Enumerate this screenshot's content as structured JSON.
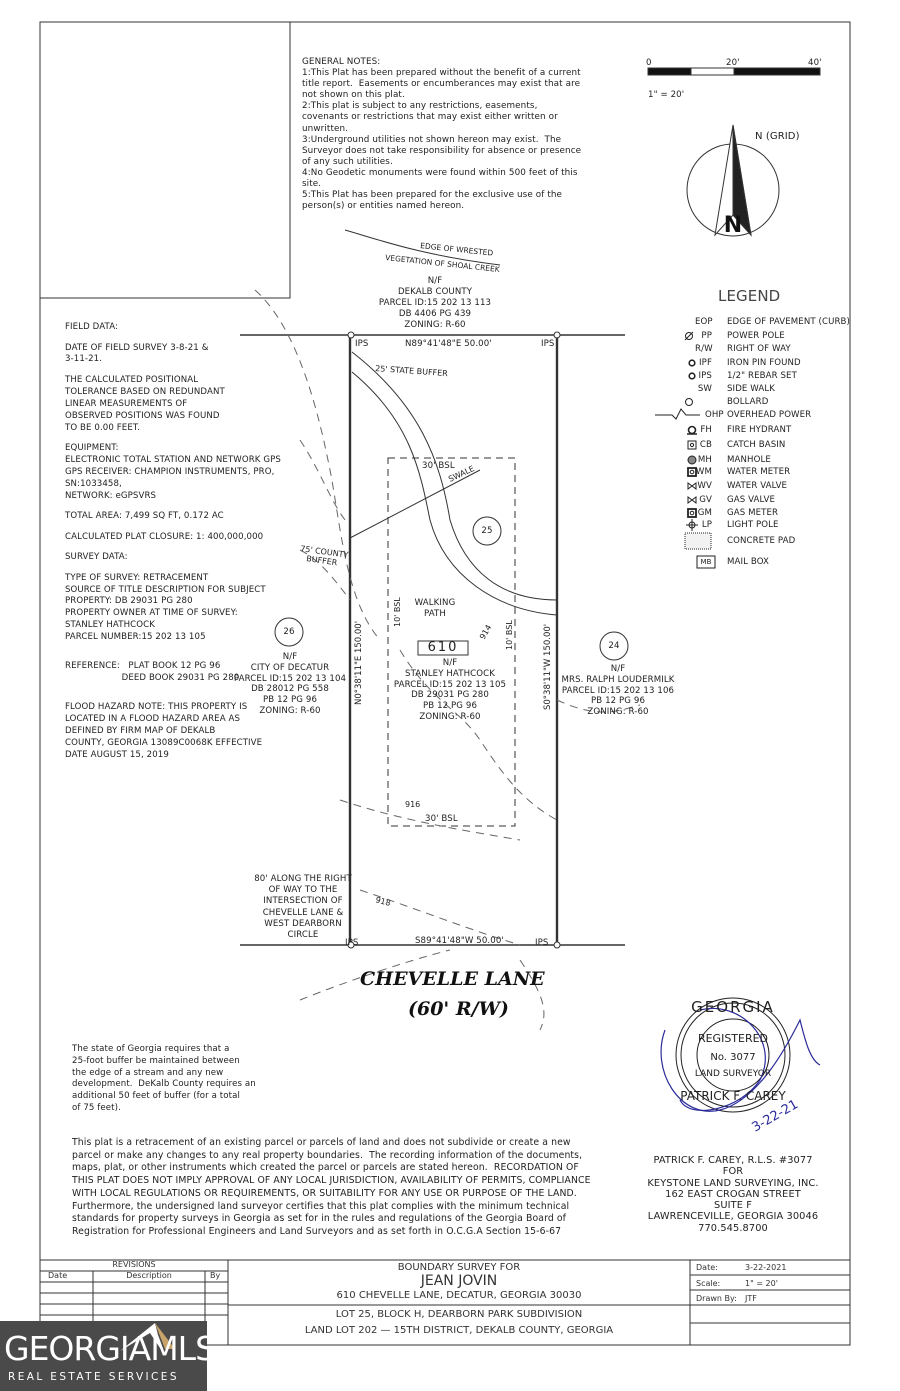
{
  "general_notes": [
    "GENERAL NOTES:",
    "1:This Plat has been prepared without the benefit of a current",
    "title report.  Easements or encumberances may exist that are",
    "not shown on this plat.",
    "2:This plat is subject to any restrictions, easements,",
    "covenants or restrictions that may exist either written or",
    "unwritten.",
    "3:Underground utilities not shown hereon may exist.  The",
    "Surveyor does not take responsibility for absence or presence",
    "of any such utilities.",
    "4:No Geodetic monuments were found within 500 feet of this",
    "site.",
    "5:This Plat has been prepared for the exclusive use of the",
    "person(s) or entities named hereon."
  ],
  "scale_bar": {
    "ticks": [
      "0",
      "20'",
      "40'"
    ],
    "ratio": "1\" = 20'"
  },
  "north": {
    "letter": "N",
    "label": "N (GRID)"
  },
  "legend": {
    "title": "LEGEND",
    "items": [
      {
        "code": "EOP",
        "label": "EDGE OF PAVEMENT (CURB)",
        "icon": "none"
      },
      {
        "code": "PP",
        "label": "POWER POLE",
        "icon": "power-pole"
      },
      {
        "code": "R/W",
        "label": "RIGHT OF WAY",
        "icon": "none"
      },
      {
        "code": "IPF",
        "label": "IRON PIN FOUND",
        "icon": "ring"
      },
      {
        "code": "IPS",
        "label": "1/2\" REBAR SET",
        "icon": "ring"
      },
      {
        "code": "SW",
        "label": "SIDE WALK",
        "icon": "none"
      },
      {
        "code": "",
        "label": "BOLLARD",
        "icon": "circle"
      },
      {
        "code": "OHP",
        "label": "OVERHEAD POWER",
        "icon": "overhead-line"
      },
      {
        "code": "FH",
        "label": "FIRE HYDRANT",
        "icon": "hydrant"
      },
      {
        "code": "CB",
        "label": "CATCH BASIN",
        "icon": "square-dot"
      },
      {
        "code": "MH",
        "label": "MANHOLE",
        "icon": "filled-circle"
      },
      {
        "code": "WM",
        "label": "WATER METER",
        "icon": "square-dot-bold"
      },
      {
        "code": "WV",
        "label": "WATER VALVE",
        "icon": "valve"
      },
      {
        "code": "GV",
        "label": "GAS VALVE",
        "icon": "valve"
      },
      {
        "code": "GM",
        "label": "GAS METER",
        "icon": "square-dot-bold"
      },
      {
        "code": "LP",
        "label": "LIGHT POLE",
        "icon": "sun"
      },
      {
        "code": "",
        "label": "CONCRETE PAD",
        "icon": "pad"
      },
      {
        "code": "MB",
        "label": "MAIL BOX",
        "icon": "box"
      }
    ]
  },
  "field_data": [
    "FIELD DATA:",
    "",
    "DATE OF FIELD SURVEY 3-8-21 &",
    "3-11-21.",
    "",
    "THE CALCULATED POSITIONAL",
    "TOLERANCE BASED ON REDUNDANT",
    "LINEAR MEASUREMENTS OF",
    "OBSERVED POSITIONS WAS FOUND",
    "TO BE 0.00 FEET.",
    "",
    "EQUIPMENT:",
    "ELECTRONIC TOTAL STATION AND NETWORK GPS",
    "GPS RECEIVER: CHAMPION INSTRUMENTS, PRO,",
    "SN:1033458,",
    "NETWORK: eGPSVRS",
    "",
    "TOTAL AREA: 7,499 SQ FT, 0.172 AC",
    "",
    "CALCULATED PLAT CLOSURE: 1: 400,000,000",
    "",
    "SURVEY DATA:",
    "",
    "TYPE OF SURVEY: RETRACEMENT",
    "SOURCE OF TITLE DESCRIPTION FOR SUBJECT",
    "PROPERTY: DB 29031 PG 280",
    "PROPERTY OWNER AT TIME OF SURVEY:",
    "STANLEY HATHCOCK",
    "PARCEL NUMBER:15 202 13 105",
    "",
    "",
    "REFERENCE:   PLAT BOOK 12 PG 96",
    "                    DEED BOOK 29031 PG 280",
    "",
    "",
    "FLOOD HAZARD NOTE: THIS PROPERTY IS",
    "LOCATED IN A FLOOD HAZARD AREA AS",
    "DEFINED BY FIRM MAP OF DEKALB",
    "COUNTY, GEORGIA 13089C0068K EFFECTIVE",
    "DATE AUGUST 15, 2019"
  ],
  "plat": {
    "creek_label": [
      "EDGE OF WRESTED",
      "VEGETATION OF SHOAL CREEK"
    ],
    "north_parcel": [
      "N/F",
      "DEKALB COUNTY",
      "PARCEL ID:15 202 13 113",
      "DB 4406 PG 439",
      "ZONING: R-60"
    ],
    "north_bearing": "N89°41'48\"E  50.00'",
    "south_bearing": "S89°41'48\"W  50.00'",
    "west_bearing": "N0°38'11\"E  150.00'",
    "east_bearing": "S0°38'11\"W  150.00'",
    "ips": "IPS",
    "state_buffer": "25' STATE BUFFER",
    "county_buffer": [
      "75' COUNTY",
      "BUFFER"
    ],
    "bsl_front": "30' BSL",
    "bsl_rear": "30' BSL",
    "bsl_side": "10' BSL",
    "swale": "SWALE",
    "walking_path": [
      "WALKING",
      "PATH"
    ],
    "lot_number": "25",
    "house_number": "610",
    "contours": [
      "914",
      "916",
      "918"
    ],
    "subject_parcel": [
      "N/F",
      "STANLEY HATHCOCK",
      "PARCEL ID:15 202 13 105",
      "DB 29031 PG 280",
      "PB 12 PG 96",
      "ZONING: R-60"
    ],
    "west_lot": "26",
    "west_parcel": [
      "N/F",
      "CITY OF DECATUR",
      "PARCEL ID:15 202 13 104",
      "DB 28012 PG 558",
      "PB 12 PG 96",
      "ZONING: R-60"
    ],
    "east_lot": "24",
    "east_parcel": [
      "N/F",
      "MRS. RALPH LOUDERMILK",
      "PARCEL ID:15 202 13 106",
      "PB 12 PG 96",
      "ZONING: R-60"
    ],
    "intersection_note": [
      "80' ALONG THE RIGHT",
      "OF WAY TO THE",
      "INTERSECTION OF",
      "CHEVELLE LANE &",
      "WEST DEARBORN",
      "CIRCLE"
    ],
    "street_name": "CHEVELLE LANE",
    "street_row": "(60' R/W)"
  },
  "stream_note": [
    "The state of Georgia requires that a",
    "25-foot buffer be maintained between",
    "the edge of a stream and any new",
    "development.  DeKalb County requires an",
    "additional 50 feet of buffer (for a total",
    "of 75 feet)."
  ],
  "certification": [
    "This plat is a retracement of an existing parcel or parcels of land and does not subdivide or create a new",
    "parcel or make any changes to any real property boundaries.  The recording information of the documents,",
    "maps, plat, or other instruments which created the parcel or parcels are stated hereon.  RECORDATION OF",
    "THIS PLAT DOES NOT IMPLY APPROVAL OF ANY LOCAL JURISDICTION, AVAILABILITY OF PERMITS, COMPLIANCE",
    "WITH LOCAL REGULATIONS OR REQUIREMENTS, OR SUITABILITY FOR ANY USE OR PURPOSE OF THE LAND.",
    "Furthermore, the undersigned land surveyor certifies that this plat complies with the minimum technical",
    "standards for property surveys in Georgia as set for in the rules and regulations of the Georgia Board of",
    "Registration for Professional Engineers and Land Surveyors and as set forth in O.C.G.A Section 15-6-67"
  ],
  "seal": {
    "top": "GEORGIA",
    "registered": "REGISTERED",
    "number": "No. 3077",
    "land_surveyor": "LAND SURVEYOR",
    "name": "PATRICK F. CAREY",
    "signed_date": "3-22-21",
    "ink_color": "#2a2a9a"
  },
  "surveyor": [
    "PATRICK F. CAREY, R.L.S. #3077",
    "FOR",
    "KEYSTONE LAND SURVEYING, INC.",
    "162 EAST CROGAN STREET",
    "SUITE F",
    "LAWRENCEVILLE, GEORGIA 30046",
    "770.545.8700"
  ],
  "title_block": {
    "revisions_title": "REVISIONS",
    "revision_columns": [
      "Date",
      "Description",
      "By"
    ],
    "survey_for": "BOUNDARY SURVEY FOR",
    "client": "JEAN JOVIN",
    "address": "610 CHEVELLE LANE, DECATUR, GEORGIA 30030",
    "lot": "LOT 25, BLOCK H, DEARBORN PARK SUBDIVISION",
    "land_lot": "LAND LOT 202 — 15TH DISTRICT, DEKALB COUNTY, GEORGIA",
    "date_label": "Date:",
    "date": "3-22-2021",
    "scale_label": "Scale:",
    "scale": "1\" = 20'",
    "drawn_label": "Drawn By:",
    "drawn": "JTF"
  },
  "watermark": {
    "name": "GEORGIAMLS",
    "sub": "REAL ESTATE SERVICES",
    "color": "#4a4a4a",
    "accent": "#c9a46a"
  }
}
